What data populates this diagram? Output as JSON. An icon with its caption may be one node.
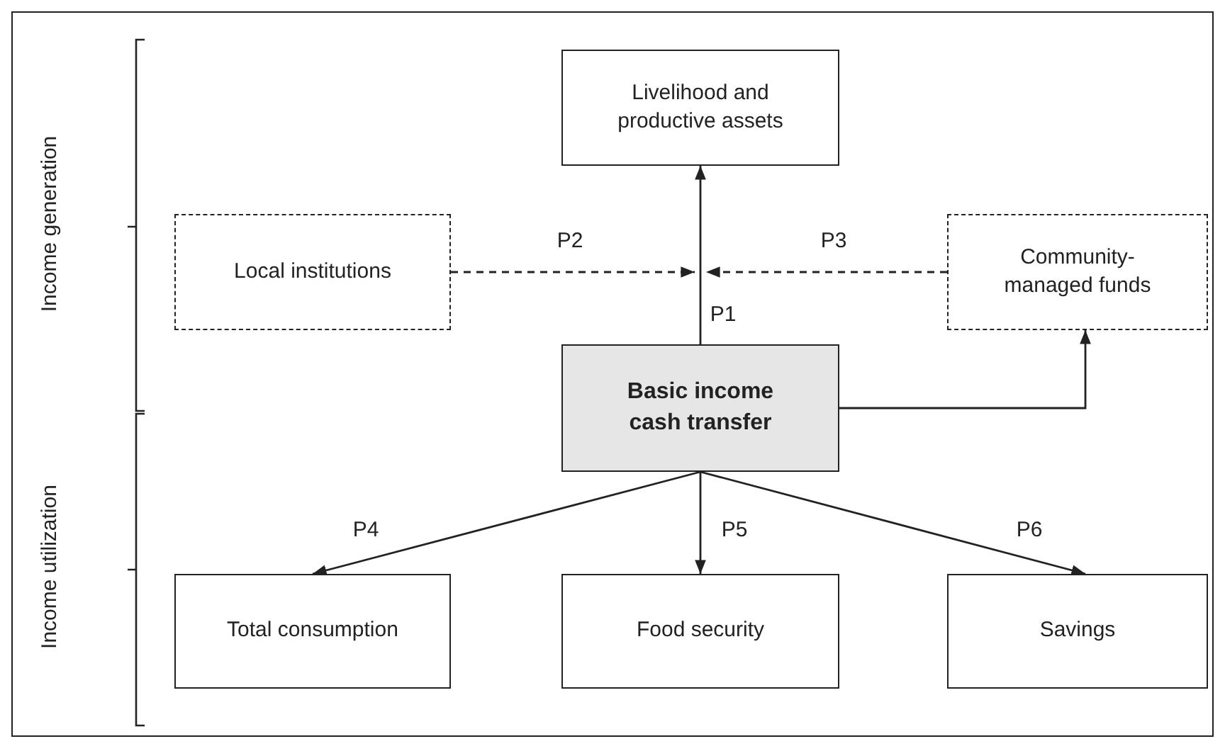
{
  "diagram": {
    "nodes": [
      {
        "text": [
          "Livelihood and productive assets"
        ]
      },
      {
        "text": [
          "Local institutions"
        ]
      },
      {
        "text": [
          "Community-managed funds"
        ]
      },
      {
        "text": [
          "Basic income cash transfer"
        ]
      },
      {
        "text": [
          "Total consumption"
        ]
      },
      {
        "text": [
          "Food security"
        ]
      },
      {
        "text": [
          "Savings"
        ]
      }
    ],
    "edges": [
      {
        "from": 3,
        "to": 0,
        "arrow": "to",
        "label": "P1"
      },
      {
        "from": 1,
        "to": null,
        "arrow": "to",
        "label": "P2",
        "style": "dashed"
      },
      {
        "from": 2,
        "to": null,
        "arrow": "to",
        "label": "P3",
        "style": "dashed"
      },
      {
        "from": 3,
        "to": 2,
        "arrow": "to"
      },
      {
        "from": 3,
        "to": 4,
        "arrow": "to",
        "label": "P4"
      },
      {
        "from": 3,
        "to": 5,
        "arrow": "to",
        "label": "P5"
      },
      {
        "from": 3,
        "to": 6,
        "arrow": "to",
        "label": "P6"
      }
    ],
    "labels": [
      "Income generation",
      "Income utilization"
    ]
  }
}
